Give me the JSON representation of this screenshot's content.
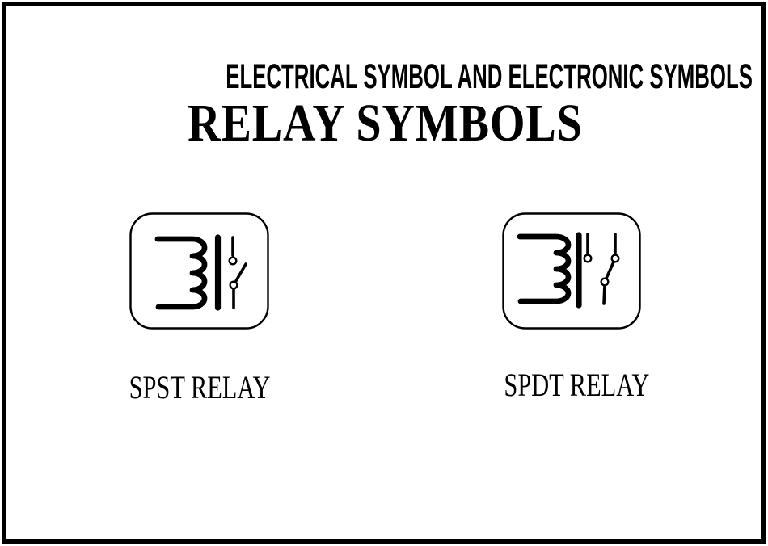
{
  "header": {
    "title_top": "ELECTRICAL SYMBOL AND ELECTRONIC SYMBOLS",
    "title_main": "RELAY SYMBOLS"
  },
  "symbols": [
    {
      "id": "spst-relay",
      "icon": "spst-relay-schematic-icon",
      "label": "SPST RELAY"
    },
    {
      "id": "spdt-relay",
      "icon": "spdt-relay-schematic-icon",
      "label": "SPDT RELAY"
    }
  ],
  "colors": {
    "ink": "#000000",
    "paper": "#ffffff"
  }
}
